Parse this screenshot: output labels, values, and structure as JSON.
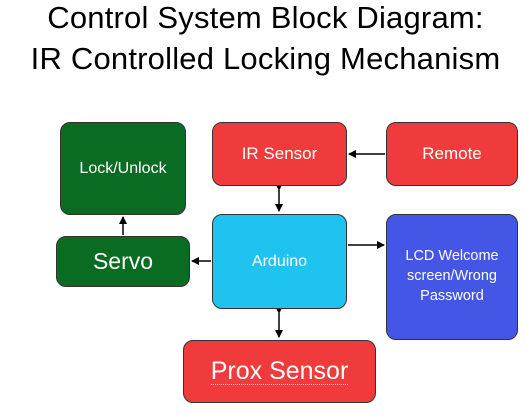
{
  "title": {
    "line1": "Control System Block Diagram:",
    "line2": "IR Controlled Locking Mechanism"
  },
  "blocks": {
    "lock": {
      "label": "Lock/Unlock",
      "color": "#0a6b22"
    },
    "ir_sensor": {
      "label": "IR Sensor",
      "color": "#ef3b3b"
    },
    "remote": {
      "label": "Remote",
      "color": "#ef3b3b"
    },
    "servo": {
      "label": "Servo",
      "color": "#0a6b22"
    },
    "arduino": {
      "label": "Arduino",
      "color": "#1fc3f0"
    },
    "lcd": {
      "label": "LCD Welcome screen/Wrong Password",
      "color": "#4456e6"
    },
    "prox_sensor": {
      "label": "Prox Sensor",
      "color": "#ef3b3b"
    }
  },
  "connections": [
    {
      "from": "remote",
      "to": "ir_sensor",
      "direction": "one-way"
    },
    {
      "from": "ir_sensor",
      "to": "arduino",
      "direction": "two-way"
    },
    {
      "from": "arduino",
      "to": "servo",
      "direction": "one-way"
    },
    {
      "from": "servo",
      "to": "lock",
      "direction": "one-way"
    },
    {
      "from": "arduino",
      "to": "lcd",
      "direction": "one-way"
    },
    {
      "from": "arduino",
      "to": "prox_sensor",
      "direction": "two-way"
    }
  ]
}
